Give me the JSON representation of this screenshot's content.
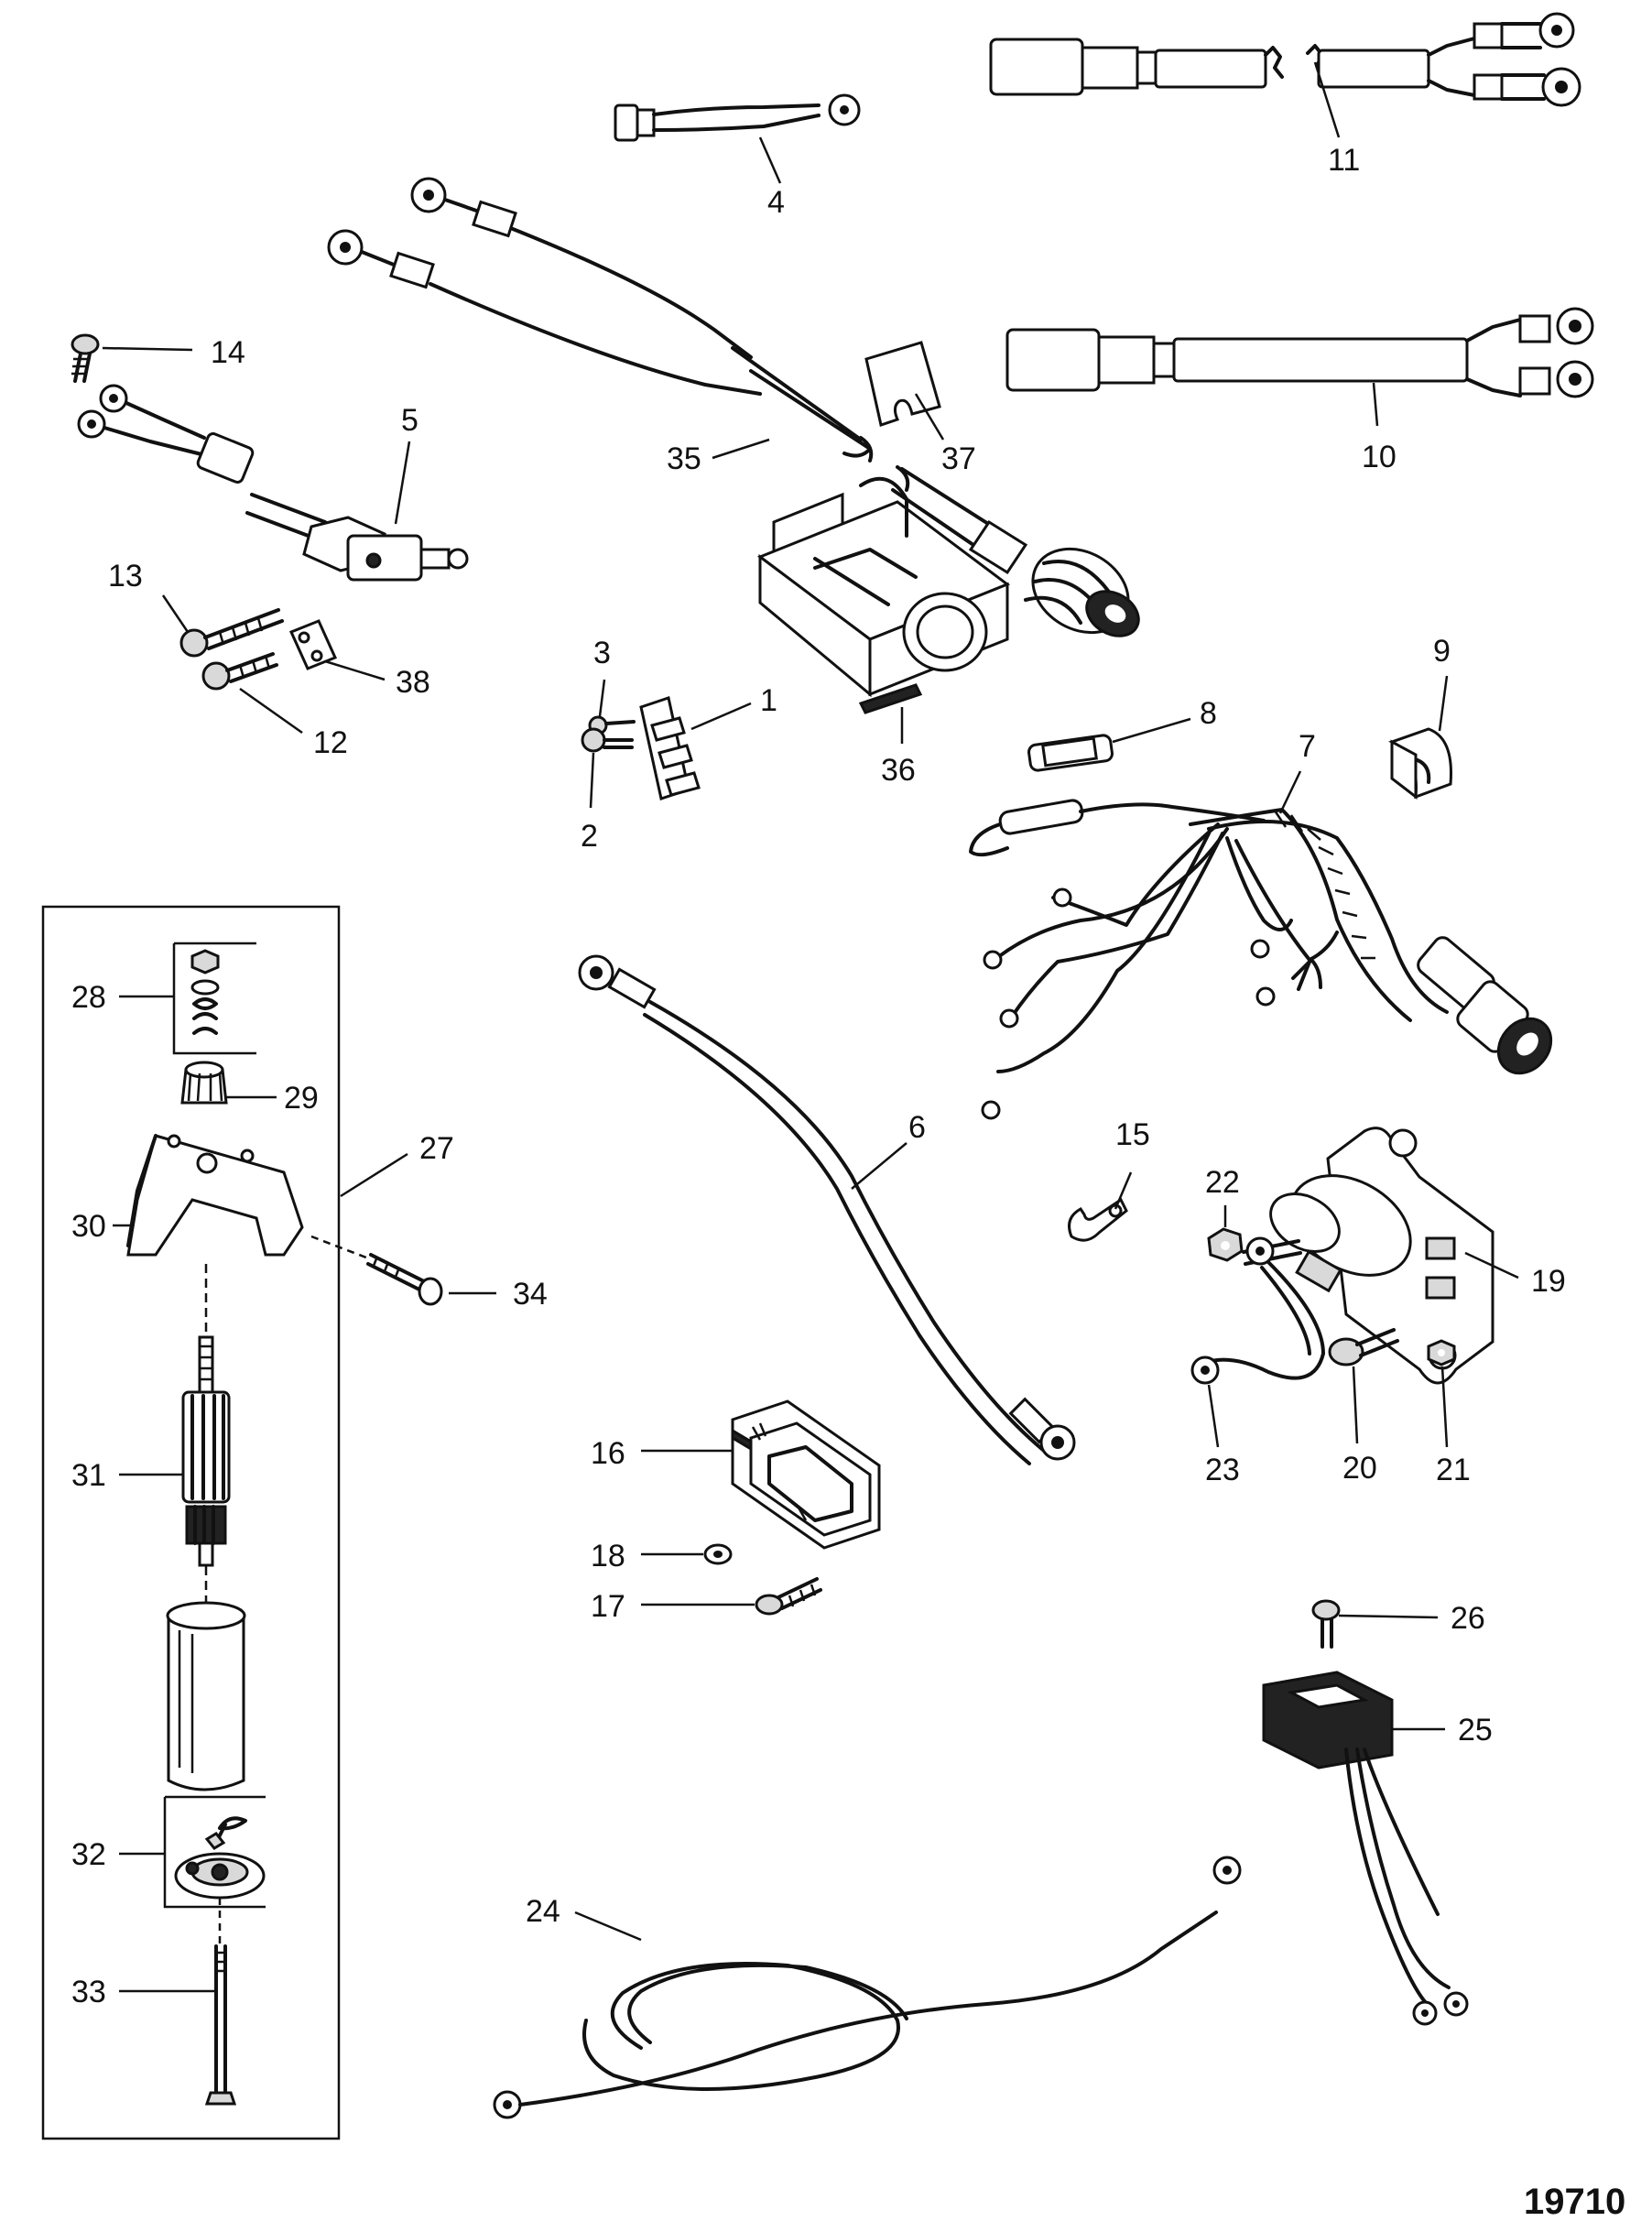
{
  "figure_number": "19710",
  "callouts": {
    "c1": "1",
    "c2": "2",
    "c3": "3",
    "c4": "4",
    "c5": "5",
    "c6": "6",
    "c7": "7",
    "c8": "8",
    "c9": "9",
    "c10": "10",
    "c11": "11",
    "c12": "12",
    "c13": "13",
    "c14": "14",
    "c15": "15",
    "c16": "16",
    "c17": "17",
    "c18": "18",
    "c19": "19",
    "c20": "20",
    "c21": "21",
    "c22": "22",
    "c23": "23",
    "c24": "24",
    "c25": "25",
    "c26": "26",
    "c27": "27",
    "c28": "28",
    "c29": "29",
    "c30": "30",
    "c31": "31",
    "c32": "32",
    "c33": "33",
    "c34": "34",
    "c35": "35",
    "c36": "36",
    "c37": "37",
    "c38": "38"
  }
}
